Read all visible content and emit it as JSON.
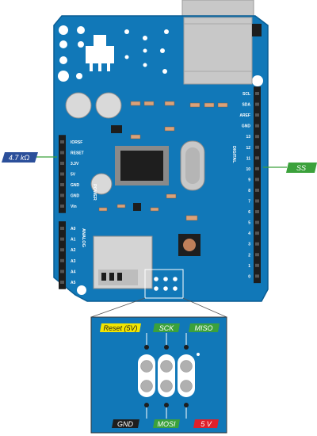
{
  "board": {
    "power_pins": [
      "IORSF",
      "RESET",
      "3.3V",
      "5V",
      "GND",
      "GND",
      "Vin"
    ],
    "power_header": "POWER",
    "analog_pins": [
      "A0",
      "A1",
      "A2",
      "A3",
      "A4",
      "A5"
    ],
    "analog_header": "ANALOG",
    "digital_pins": [
      "SCL",
      "SDA",
      "AREF",
      "GND",
      "13",
      "12",
      "11",
      "10",
      "9",
      "8",
      "7",
      "6",
      "5",
      "4",
      "3",
      "2",
      "1",
      "0"
    ],
    "digital_header": "DIGITAL"
  },
  "callouts": {
    "resistor": "4.7 kΩ",
    "ss": "SS"
  },
  "icsp": {
    "top": [
      "Reset (5V)",
      "SCK",
      "MISO"
    ],
    "bottom": [
      "GND",
      "MOSI",
      "5 V"
    ]
  },
  "colors": {
    "board": "#1178b8",
    "board_dark": "#0a5d94",
    "header": "#1d1d1d",
    "blue_tag": "#2b4f9a",
    "green_tag": "#3ba13b",
    "yellow_tag": "#f2e500",
    "red_tag": "#e0202a",
    "black_tag": "#1e1e1e"
  }
}
